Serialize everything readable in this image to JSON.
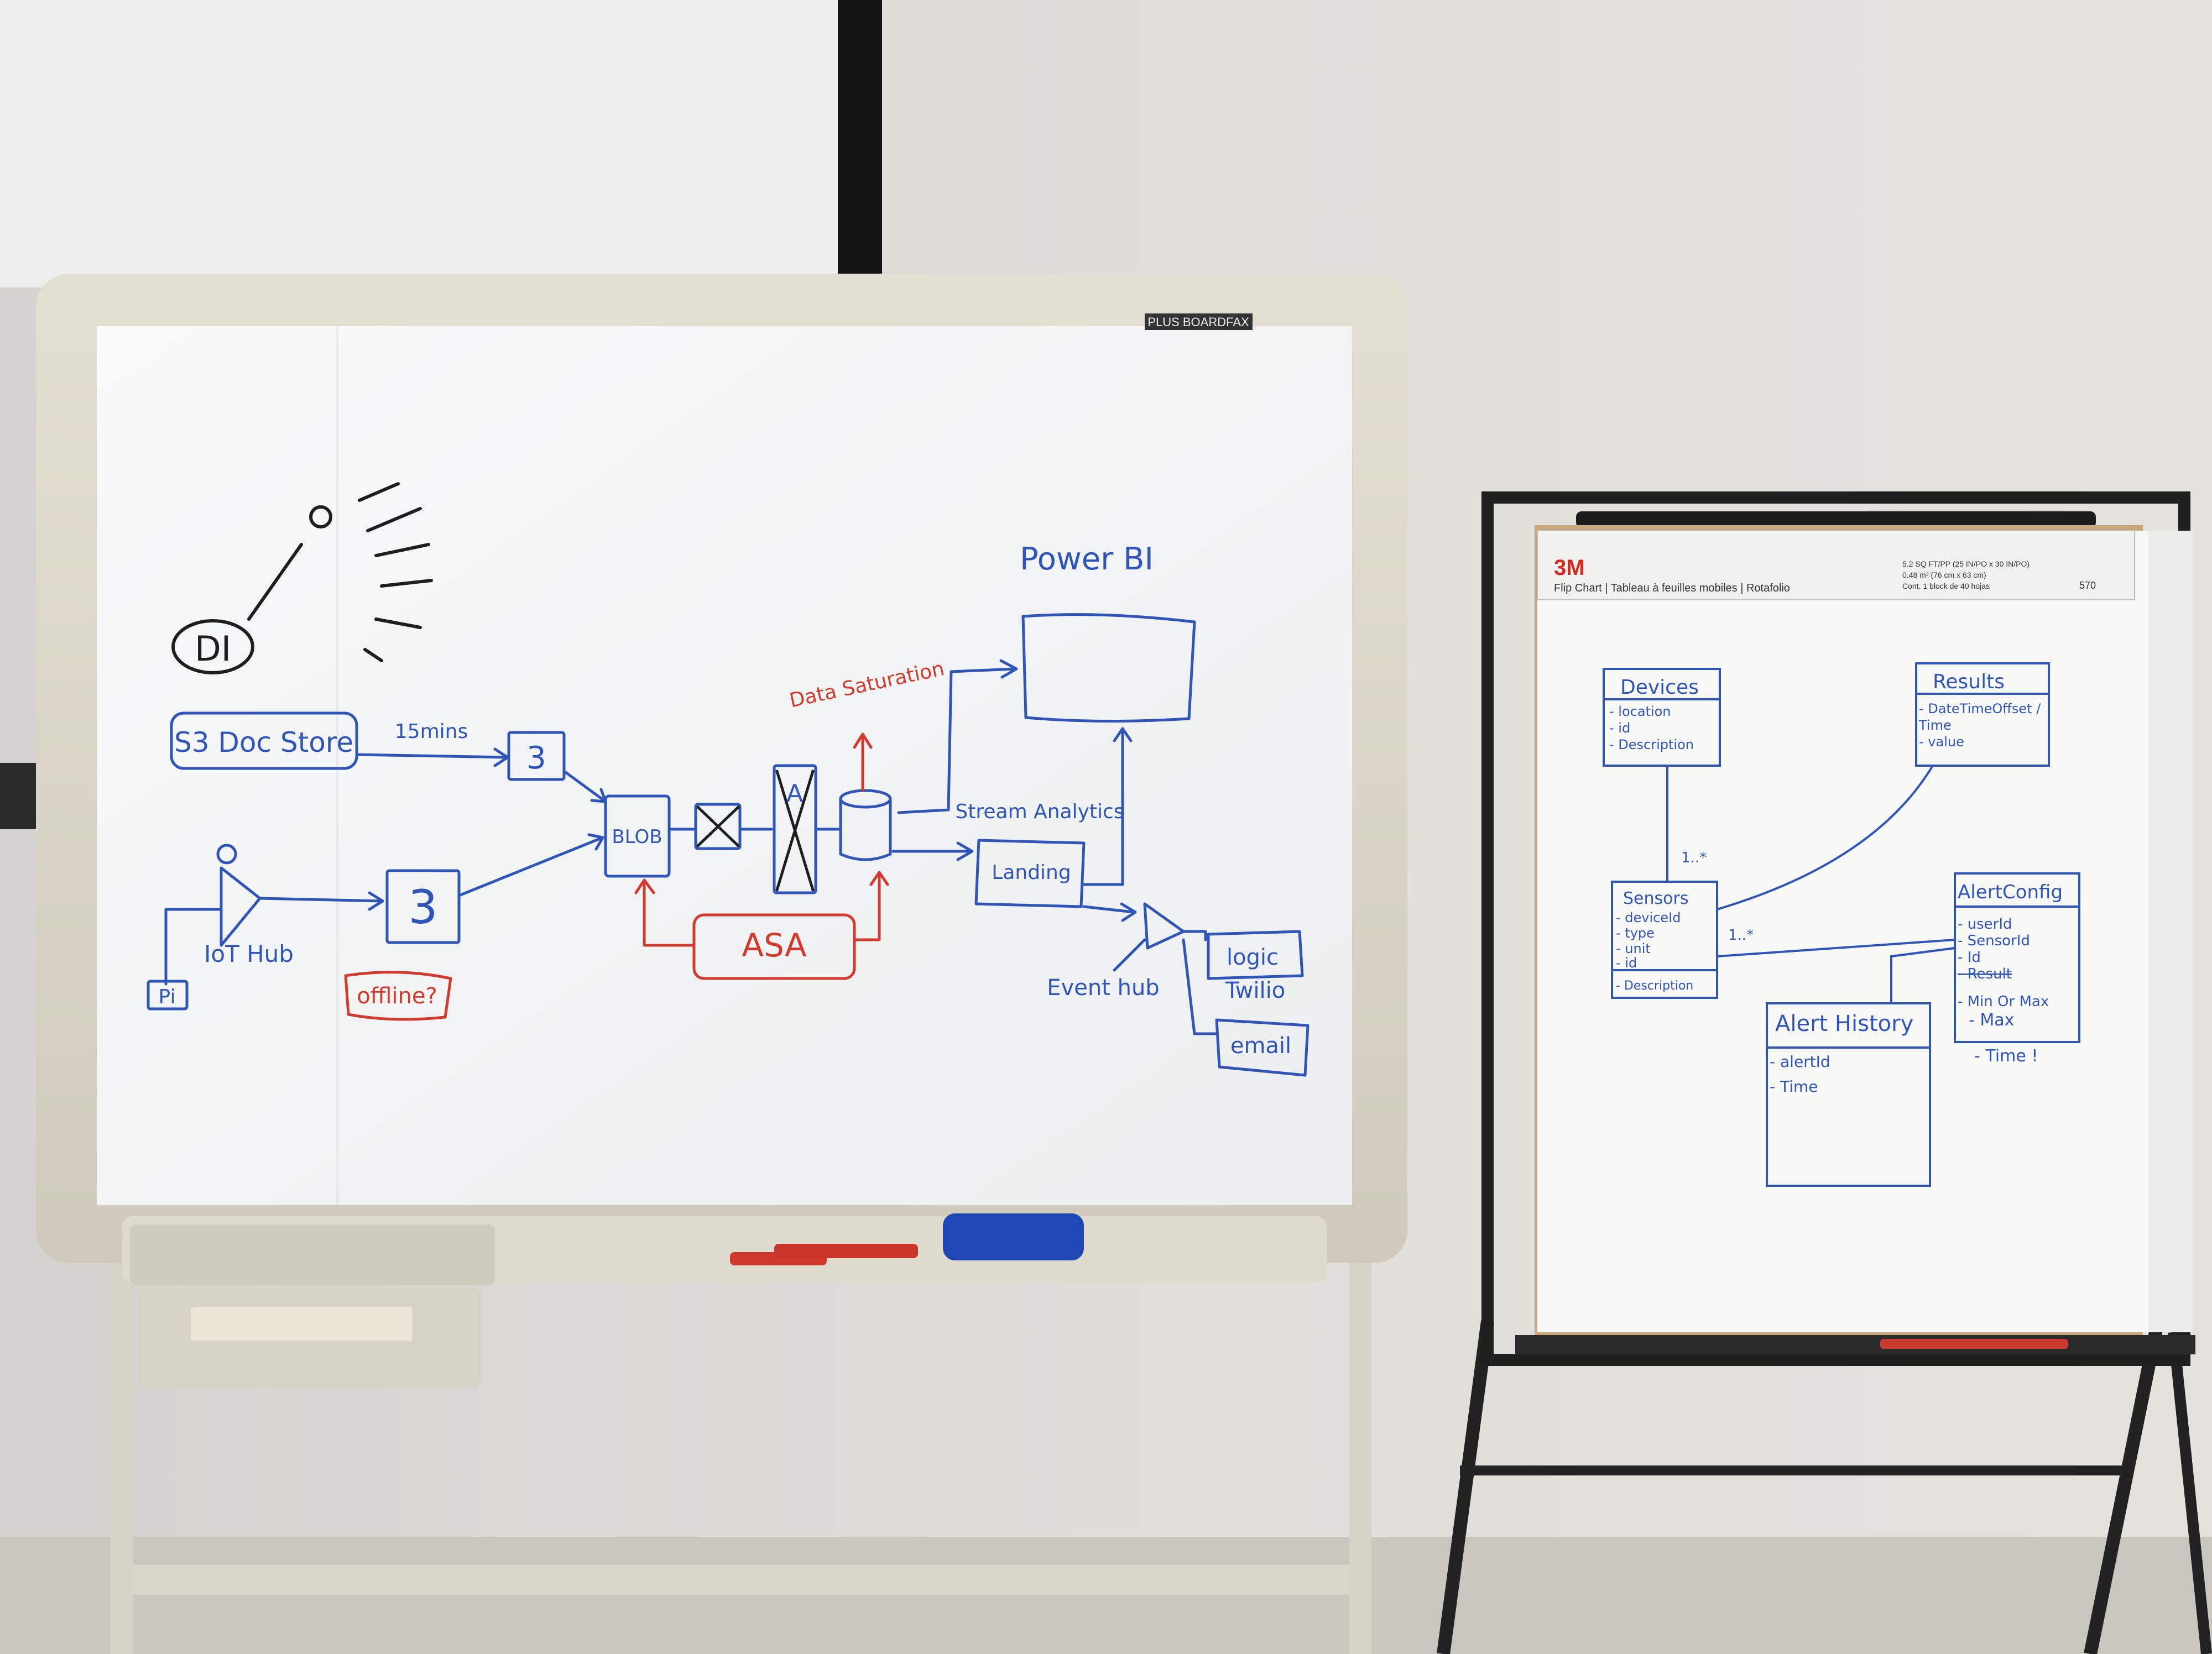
{
  "whiteboard": {
    "brand_label": "PLUS BOARDFAX",
    "texts": {
      "di": "DI",
      "s3": "S3 Doc Store",
      "interval": "15mins",
      "iot_hub": "IoT Hub",
      "pi": "Pi",
      "offline": "offline?",
      "blob": "BLOB",
      "data_saturation": "Data Saturation",
      "power_bi": "Power BI",
      "stream_analytics": "Stream Analytics",
      "landing": "Landing",
      "event_hub": "Event hub",
      "logic": "logic",
      "twilio": "Twilio",
      "email": "email",
      "asa": "ASA",
      "a_box": "A",
      "fn1": "3",
      "fn2": "3"
    },
    "tray_items": [
      "marker",
      "marker",
      "eraser"
    ]
  },
  "flipchart": {
    "header": {
      "brand": "3M",
      "title": "Flip Chart | Tableau à feuilles mobiles | Rotafolio",
      "size_line1": "5.2 SQ FT/PP (25 IN/PO x 30 IN/PO)",
      "size_line2": "0.48 m² (76 cm x 63 cm)",
      "count_line": "Cont. 1 block de 40 hojas",
      "code": "570"
    },
    "entities": {
      "devices": {
        "title": "Devices",
        "fields": [
          "- location",
          "- id",
          "- Description"
        ]
      },
      "results": {
        "title": "Results",
        "fields": [
          "- DateTimeOffset /",
          "  Time",
          "- value"
        ]
      },
      "sensors": {
        "title": "Sensors",
        "fields": [
          "- deviceId",
          "- type",
          "- unit",
          "- id",
          "- Description"
        ]
      },
      "alert_config": {
        "title": "AlertConfig",
        "fields": [
          "- userId",
          "- SensorId",
          "- Id",
          "- Result",
          "- Min Or Max",
          "- Max",
          "- Time !"
        ]
      },
      "alert_history": {
        "title": "Alert History",
        "fields": [
          "- alertId",
          "- Time"
        ]
      }
    },
    "cardinality": [
      "1..*",
      "1..*"
    ]
  },
  "colors": {
    "marker_blue": "#2f55b8",
    "marker_red": "#d23a2d",
    "marker_black": "#1e1e1e",
    "wall": "#dcdad5",
    "board": "#f5f6f6"
  }
}
